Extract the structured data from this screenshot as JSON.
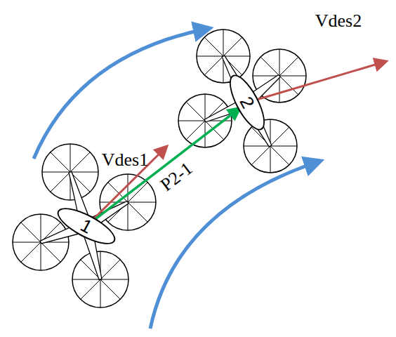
{
  "diagram": {
    "nodes": [
      {
        "text": [
          "1"
        ]
      },
      {
        "text": [
          "2"
        ]
      }
    ],
    "edges": [
      {
        "from": 0,
        "to": 1,
        "arrow": "to",
        "label": "P2-1"
      }
    ],
    "labels": [
      "Vdes1",
      "Vdes2"
    ]
  }
}
